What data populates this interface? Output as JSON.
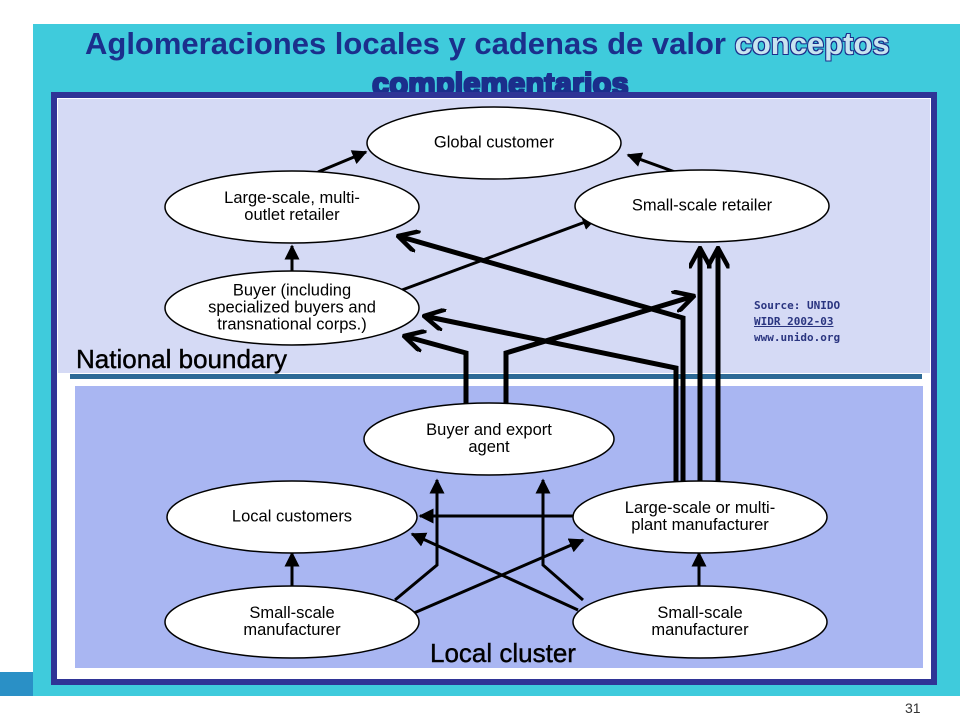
{
  "title": {
    "line1_plain": "Aglomeraciones locales y cadenas de valor ",
    "line1_emphasis": "conceptos",
    "line2_emphasis": "complementarios"
  },
  "regions": {
    "national": "National boundary",
    "local": "Local cluster"
  },
  "nodes": {
    "global_customer": "Global customer",
    "multi_outlet_retailer": "Large-scale, multi-\noutlet retailer",
    "small_retailer": "Small-scale retailer",
    "buyer": "Buyer (including\nspecialized buyers and\ntransnational corps.)",
    "export_agent": "Buyer and export\nagent",
    "local_customers": "Local customers",
    "multi_plant_manufacturer": "Large-scale or multi-\nplant manufacturer",
    "small_manufacturer_left": "Small-scale\nmanufacturer",
    "small_manufacturer_right": "Small-scale\nmanufacturer"
  },
  "source": {
    "line1": "Source: UNIDO",
    "line2": "WIDR 2002-03",
    "line3": "www.unido.org"
  },
  "page_number": "31",
  "colors": {
    "slide_background": "#3fcbdc",
    "frame_border": "#2f3496",
    "national_area": "#d5daf5",
    "local_area": "#a9b6f2",
    "title": "#1b2f8c",
    "boundary_line": "#2d6a96"
  }
}
